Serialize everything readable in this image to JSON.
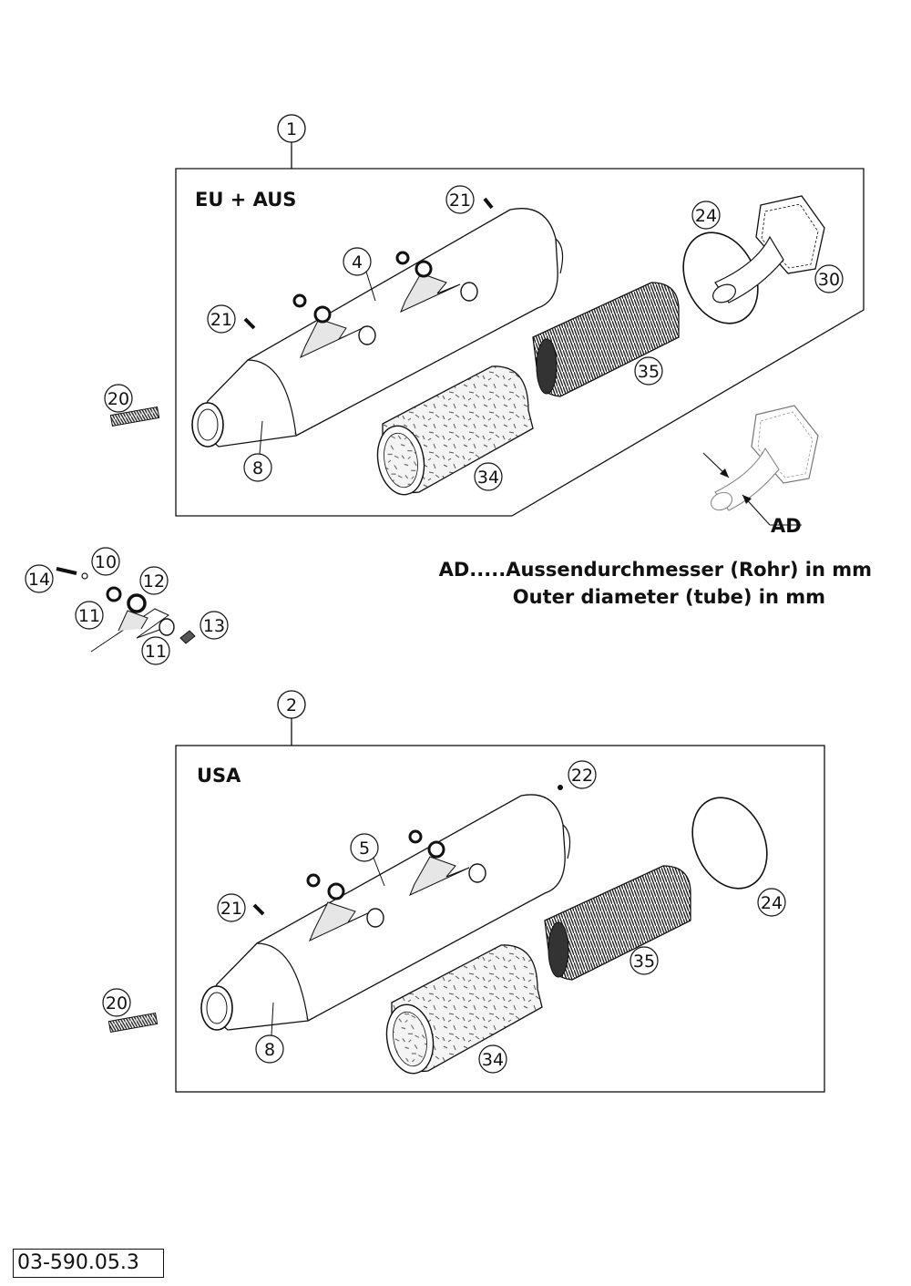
{
  "sections": {
    "eu": {
      "header": "EU + AUS",
      "assembly_no": "1"
    },
    "usa": {
      "header": "USA",
      "assembly_no": "2"
    }
  },
  "callouts": {
    "eu": {
      "screw_top": "21",
      "screw_left": "21",
      "silencer": "4",
      "endcap": "8",
      "spring": "20",
      "wool": "34",
      "insert": "35",
      "oring": "24",
      "tailpipe": "30"
    },
    "detail": {
      "bolt": "14",
      "washer": "10",
      "rubber_top": "11",
      "grommet": "12",
      "rubber_bottom": "11",
      "nut": "13"
    },
    "usa": {
      "screw_top": "22",
      "screw_left": "21",
      "silencer": "5",
      "endcap": "8",
      "spring": "20",
      "wool": "34",
      "insert": "35",
      "oring": "24"
    }
  },
  "dimension": {
    "label": "AD"
  },
  "note": {
    "line1": "AD.....Aussendurchmesser (Rohr) in mm",
    "line2": "Outer diameter (tube) in mm"
  },
  "drawing_code": "03-590.05.3",
  "colors": {
    "ink": "#111111",
    "paper": "#ffffff",
    "shade": "#cfcfcf"
  }
}
